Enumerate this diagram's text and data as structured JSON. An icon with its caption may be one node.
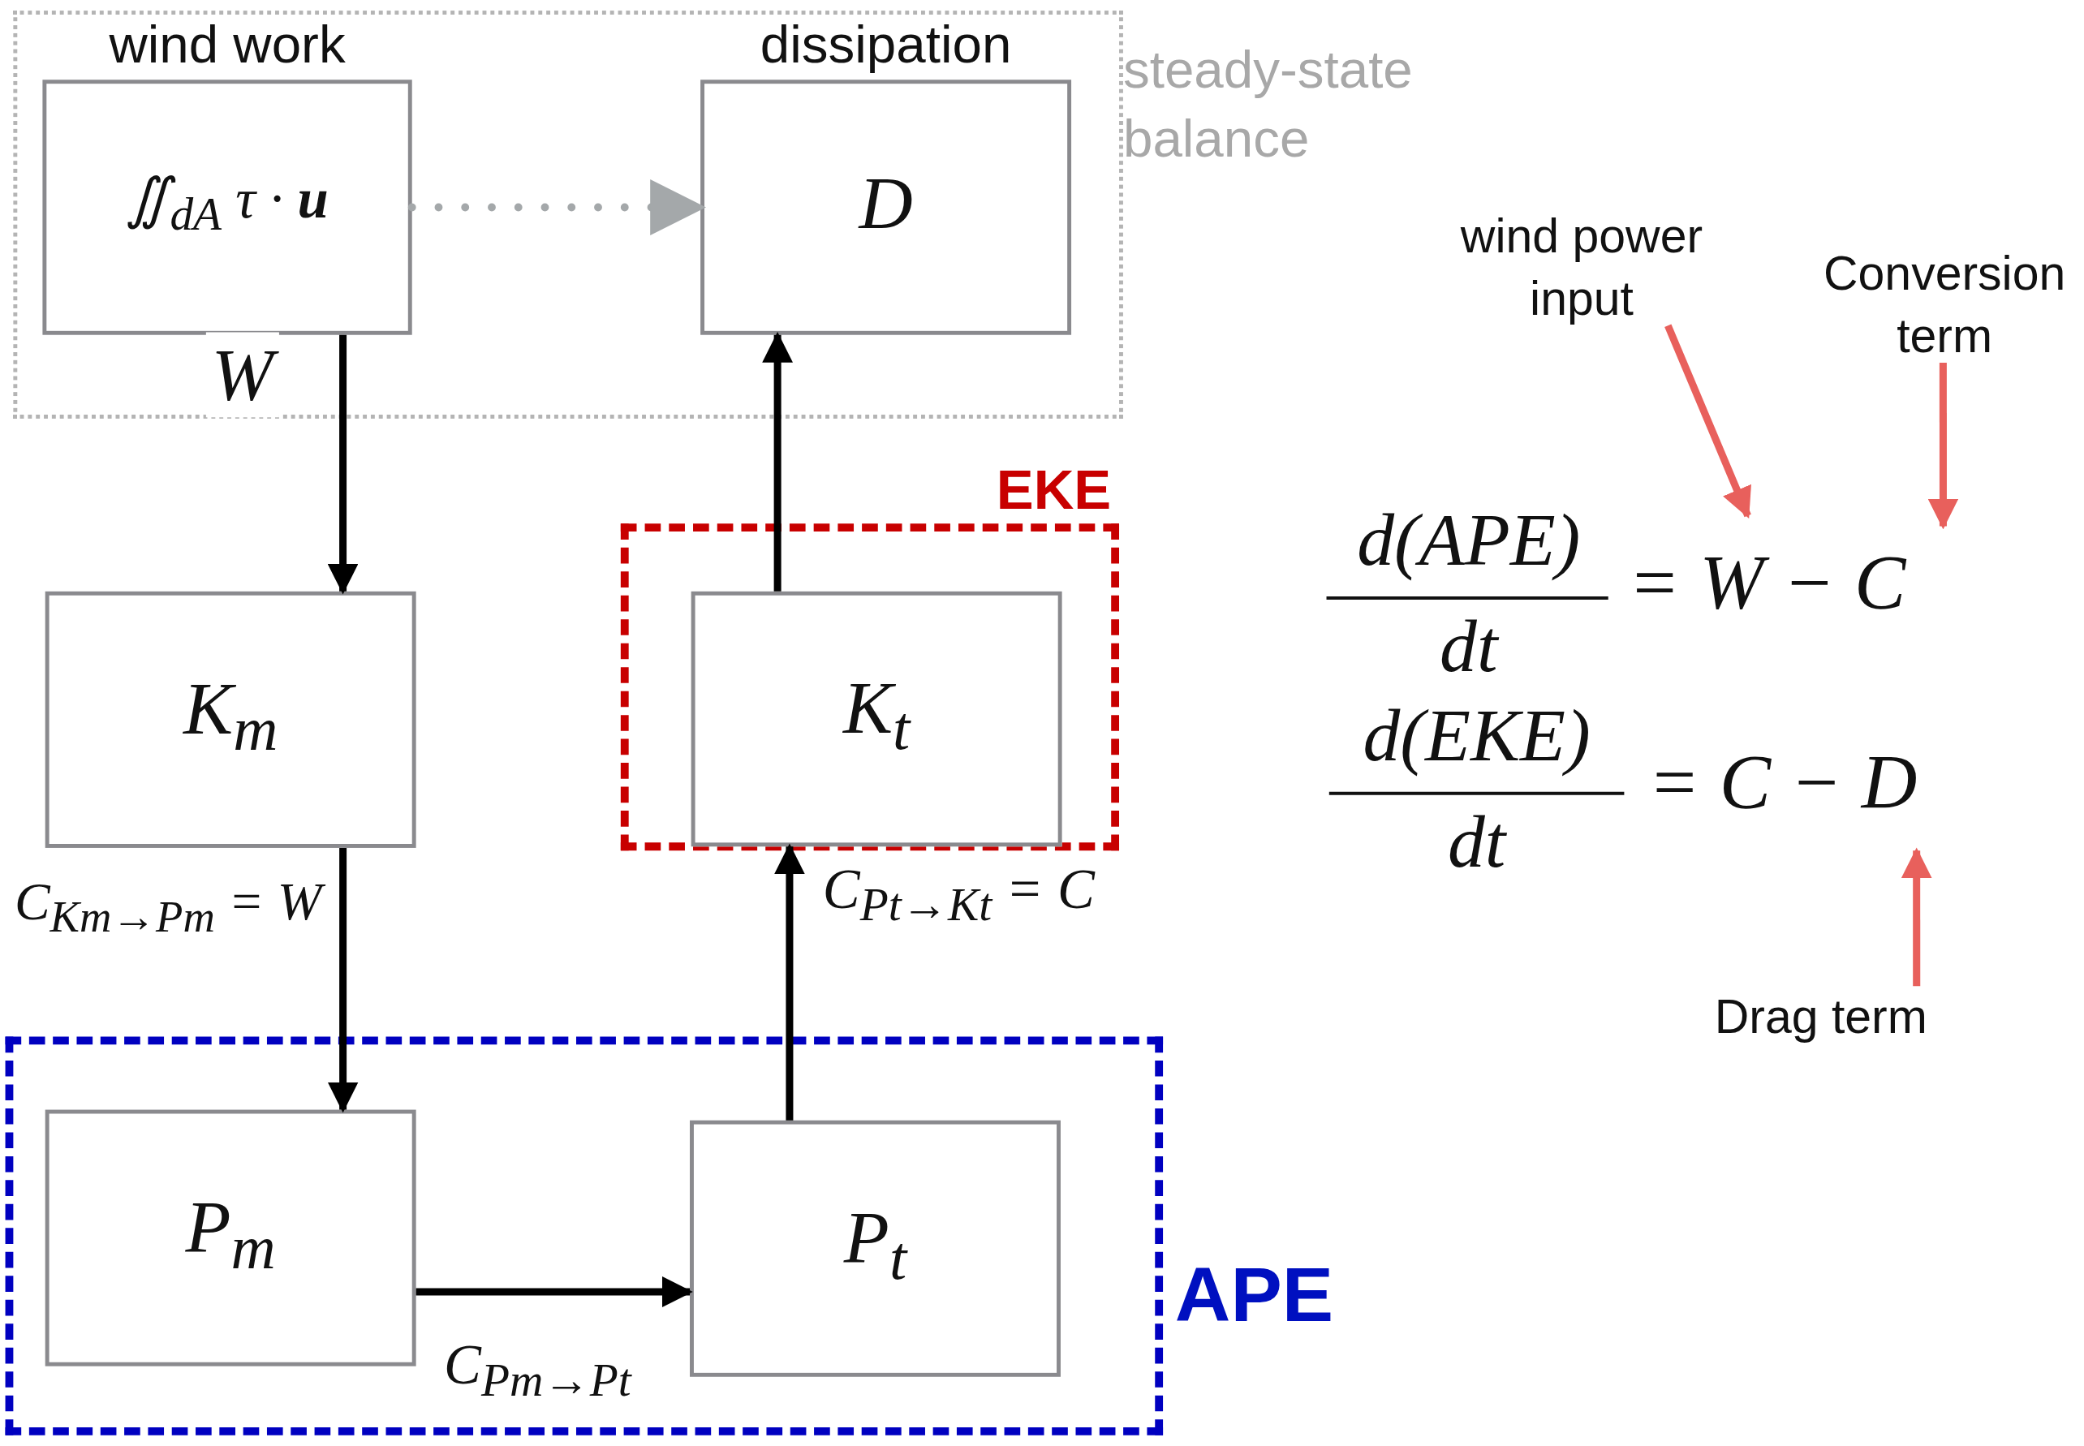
{
  "diagram": {
    "nodes": [
      {
        "text": [
          "steady-state balance"
        ]
      },
      {
        "text": [
          "wind work",
          "∬$_{dA}$ τ · **u**"
        ],
        "in": 0
      },
      {
        "text": [
          "dissipation",
          "D"
        ],
        "in": 0
      },
      {
        "text": [
          "EKE"
        ]
      },
      {
        "text": [
          "K$_{t}$"
        ],
        "in": 3
      },
      {
        "text": [
          "K$_{m}$"
        ]
      },
      {
        "text": [
          "APE"
        ]
      },
      {
        "text": [
          "P$_{m}$"
        ],
        "in": 6
      },
      {
        "text": [
          "P$_{t}$"
        ],
        "in": 6
      },
      {
        "text": [
          "wind power input"
        ]
      },
      {
        "text": [
          "Conversion term"
        ]
      },
      {
        "text": [
          "Drag term"
        ]
      }
    ],
    "edges": [
      {
        "from": 1,
        "to": 2,
        "arrow": "to",
        "style": "dashed",
        "color": "#a4a8aa"
      },
      {
        "from": 1,
        "to": 5,
        "arrow": "to",
        "label": "W"
      },
      {
        "from": 5,
        "to": 7,
        "arrow": "to",
        "label": "C$_{Km→Pm}$ = W"
      },
      {
        "from": 7,
        "to": 8,
        "arrow": "to",
        "label": "C$_{Pm→Pt}$"
      },
      {
        "from": 8,
        "to": 4,
        "arrow": "to",
        "label": "C$_{Pt→Kt}$ = C"
      },
      {
        "from": 4,
        "to": 2,
        "arrow": "to"
      },
      {
        "from": 9,
        "to": null,
        "arrow": "to",
        "color": "#e8605c"
      },
      {
        "from": 10,
        "to": null,
        "arrow": "to",
        "color": "#e8605c"
      },
      {
        "from": 11,
        "to": null,
        "arrow": "to",
        "color": "#e8605c"
      }
    ],
    "labels": [
      "d(APE)",
      "dt",
      "= W − C",
      "d(EKE)",
      "dt",
      "= C − D"
    ]
  }
}
